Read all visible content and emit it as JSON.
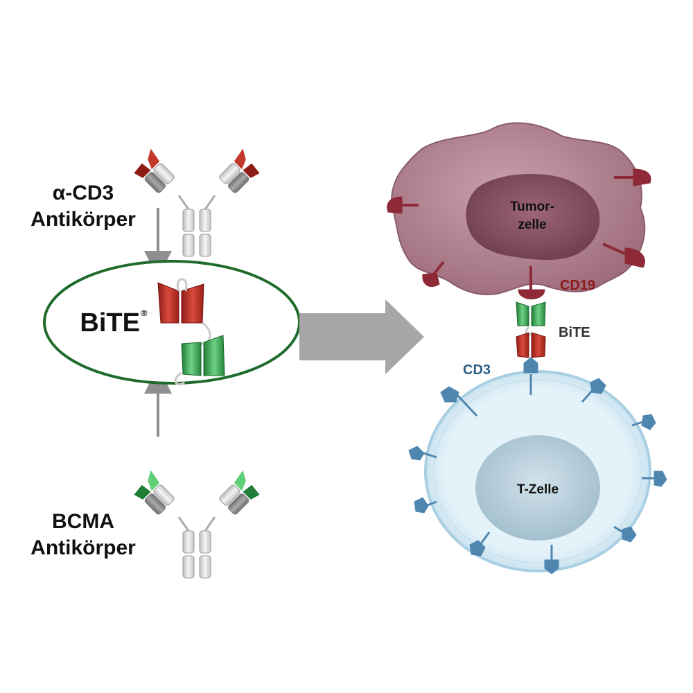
{
  "antibody_top": {
    "line1": "α-CD3",
    "line2": "Antikörper"
  },
  "antibody_bottom": {
    "line1": "BCMA",
    "line2": "Antikörper"
  },
  "bite_main": {
    "label": "BiTE",
    "mark": "®"
  },
  "tumor_cell": {
    "label_line1": "Tumor-",
    "label_line2": "zelle",
    "marker": "CD19"
  },
  "t_cell": {
    "label": "T-Zelle",
    "marker": "CD3"
  },
  "bite_small": {
    "label": "BiTE"
  },
  "colors": {
    "red": "#b3261e",
    "green": "#2e9e47",
    "ellipse": "#1f6b2c",
    "tumor": "#a47582",
    "tumor_nucleus": "#7d4b5a",
    "receptor": "#8e2a37",
    "tcell": "#cfe6f2",
    "tcell_nucleus": "#a9c3d0",
    "cd3_receptor": "#4f86b0",
    "arrow": "#a6a6a6",
    "text_dark_red": "#8b1a1a",
    "text_blue": "#2d5f86"
  },
  "icons": [
    "antibody-icon",
    "bite-molecule-icon",
    "big-arrow-icon",
    "tumor-cell-icon",
    "t-cell-icon"
  ]
}
